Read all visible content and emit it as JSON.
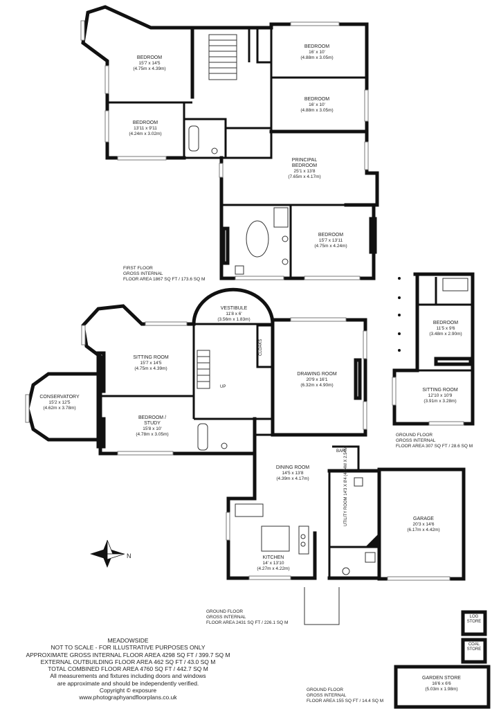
{
  "property_name": "MEADOWSIDE",
  "disclaimer": "NOT TO SCALE - FOR ILLUSTRATIVE PURPOSES ONLY",
  "areas": {
    "gross_internal": "APPROXIMATE GROSS INTERNAL FLOOR AREA 4298 SQ FT / 399.7 SQ M",
    "external_outbuilding": "EXTERNAL OUTBUILDING FLOOR AREA 462 SQ FT / 43.0 SQ M",
    "total_combined": "TOTAL COMBINED FLOOR AREA 4760 SQ FT / 442.7 SQ M"
  },
  "measurement_note_1": "All measurements and fixtures including doors and windows",
  "measurement_note_2": "are approximate and should be independently verified.",
  "copyright": "Copyright © exposure",
  "website": "www.photographyandfloorplans.co.uk",
  "compass_label": "N",
  "floor_areas": {
    "first_floor": {
      "line1": "FIRST FLOOR",
      "line2": "GROSS INTERNAL",
      "line3": "FLOOR AREA 1867 SQ FT / 173.6 SQ M"
    },
    "ground_floor_main": {
      "line1": "GROUND FLOOR",
      "line2": "GROSS INTERNAL",
      "line3": "FLOOR AREA 2431 SQ FT / 226.1 SQ M"
    },
    "ground_floor_annex": {
      "line1": "GROUND FLOOR",
      "line2": "GROSS INTERNAL",
      "line3": "FLOOR AREA 307 SQ FT / 28.6 SQ M"
    },
    "ground_floor_outbuilding": {
      "line1": "GROUND FLOOR",
      "line2": "GROSS INTERNAL",
      "line3": "FLOOR AREA 155 SQ FT / 14.4 SQ M"
    }
  },
  "rooms": {
    "ff_bedroom_nw": {
      "name": "BEDROOM",
      "imperial": "15'7 x 14'5",
      "metric": "(4.75m x 4.39m)"
    },
    "ff_bedroom_w": {
      "name": "BEDROOM",
      "imperial": "13'11 x 9'11",
      "metric": "(4.24m x 3.02m)"
    },
    "ff_bedroom_ne": {
      "name": "BEDROOM",
      "imperial": "16' x 10'",
      "metric": "(4.88m x 3.05m)"
    },
    "ff_bedroom_e": {
      "name": "BEDROOM",
      "imperial": "16' x 10'",
      "metric": "(4.88m x 3.05m)"
    },
    "ff_principal": {
      "name": "PRINCIPAL",
      "name2": "BEDROOM",
      "imperial": "25'1 x 13'8",
      "metric": "(7.65m x 4.17m)"
    },
    "ff_bedroom_se": {
      "name": "BEDROOM",
      "imperial": "15'7 x 13'11",
      "metric": "(4.75m x 4.24m)"
    },
    "gf_vestibule": {
      "name": "VESTIBULE",
      "imperial": "11'8 x 6'",
      "metric": "(3.56m x 1.83m)"
    },
    "gf_sitting": {
      "name": "SITTING ROOM",
      "imperial": "15'7 x 14'5",
      "metric": "(4.75m x 4.39m)"
    },
    "gf_conservatory": {
      "name": "CONSERVATORY",
      "imperial": "15'2 x 12'5",
      "metric": "(4.62m x 3.78m)"
    },
    "gf_study": {
      "name": "BEDROOM /",
      "name2": "STUDY",
      "imperial": "15'8 x 10'",
      "metric": "(4.78m x 3.05m)"
    },
    "gf_drawing": {
      "name": "DRAWING ROOM",
      "imperial": "20'9 x 16'1",
      "metric": "(6.32m x 4.90m)"
    },
    "gf_dining": {
      "name": "DINING ROOM",
      "imperial": "14'5 x 13'8",
      "metric": "(4.39m x 4.17m)"
    },
    "gf_kitchen": {
      "name": "KITCHEN",
      "imperial": "14' x 13'10",
      "metric": "(4.27m x 4.22m)"
    },
    "gf_utility": {
      "name": "UTILITY ROOM",
      "imperial": "14'3 x 8'4",
      "metric": "(4.34m x 2.54m)"
    },
    "gf_garage": {
      "name": "GARAGE",
      "imperial": "20'3 x 14'6",
      "metric": "(6.17m x 4.42m)"
    },
    "annex_bedroom": {
      "name": "BEDROOM",
      "imperial": "11'5 x 9'6",
      "metric": "(3.48m x 2.90m)"
    },
    "annex_sitting": {
      "name": "SITTING ROOM",
      "imperial": "12'10 x 10'9",
      "metric": "(3.91m x 3.28m)"
    },
    "garden_store": {
      "name": "GARDEN STORE",
      "imperial": "16'6 x 6'6",
      "metric": "(5.03m x 1.98m)"
    }
  },
  "small_labels": {
    "cloaks": "CLOAKS",
    "up": "UP",
    "bar": "BAR",
    "log_store_1": "LOG",
    "log_store_2": "STORE",
    "coal_store_1": "COAL",
    "coal_store_2": "STORE"
  }
}
